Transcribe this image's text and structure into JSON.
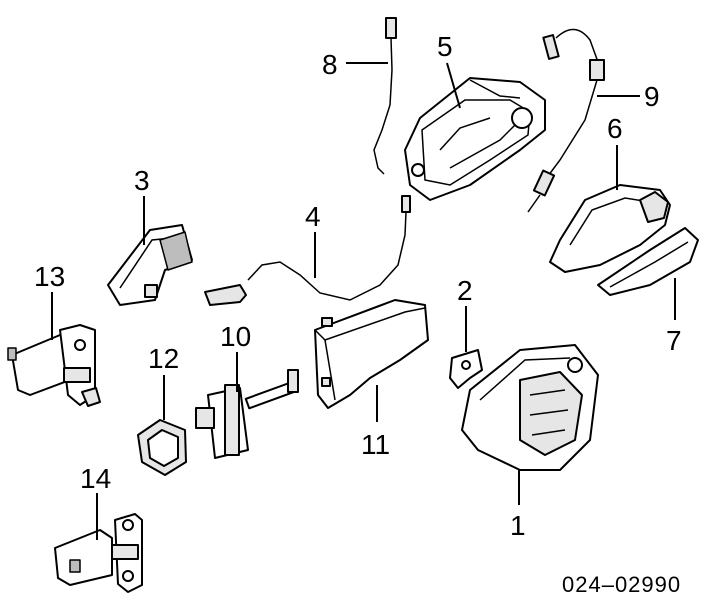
{
  "diagram": {
    "callouts": {
      "c1": "1",
      "c2": "2",
      "c3": "3",
      "c4": "4",
      "c5": "5",
      "c6": "6",
      "c7": "7",
      "c8": "8",
      "c9": "9",
      "c10": "10",
      "c11": "11",
      "c12": "12",
      "c13": "13",
      "c14": "14"
    },
    "drawing_code": "024–02990"
  }
}
